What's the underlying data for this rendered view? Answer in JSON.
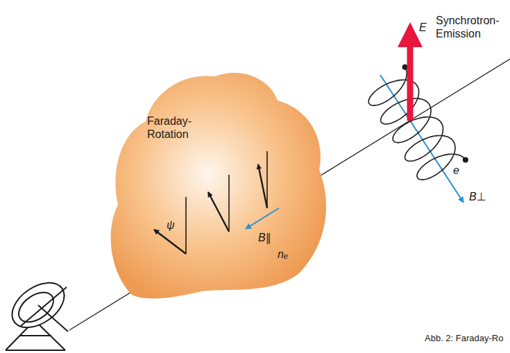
{
  "diagram": {
    "caption": "Abb. 2: Faraday-Ro",
    "nodes": [
      {
        "text": [
          "Faraday- Rotation",
          "ψ",
          "B∥",
          "nₑ"
        ]
      }
    ],
    "labels": [
      "E",
      "Synchrotron- Emission",
      "e",
      "B⊥"
    ]
  }
}
